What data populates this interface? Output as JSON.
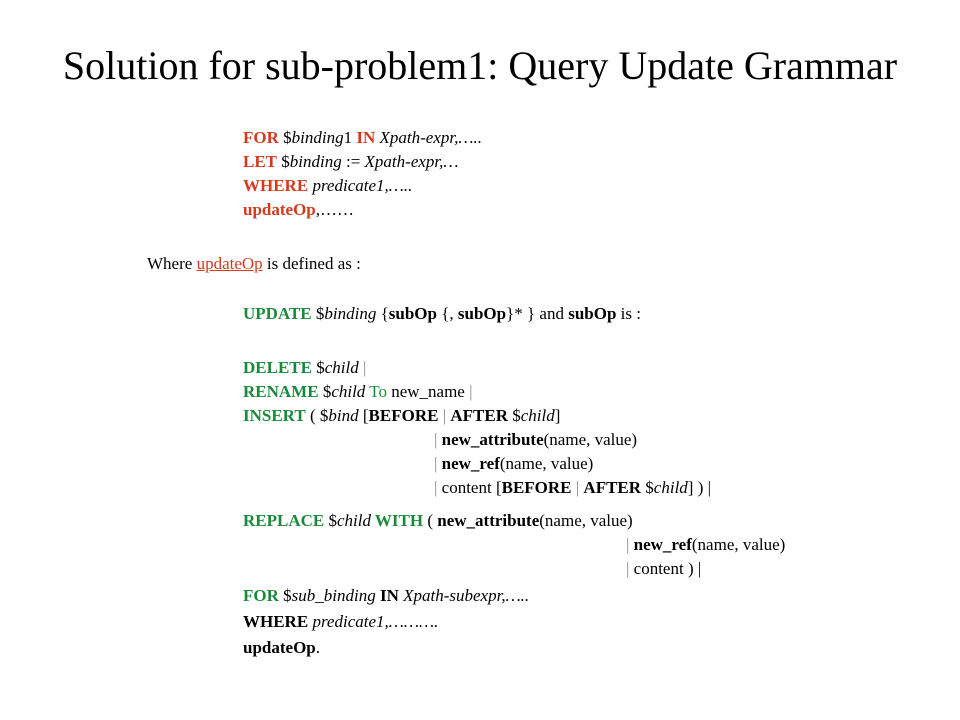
{
  "title": "Solution for sub-problem1: Query Update Grammar",
  "colors": {
    "red": "#d33b1e",
    "green": "#1a8a3a",
    "gray": "#8a8a8a"
  },
  "lines": {
    "l1": {
      "kw1": "FOR",
      "var": " $",
      "varIt": "binding",
      "num": "1 ",
      "kw2": "IN",
      "rest": " Xpath-expr,….."
    },
    "l2": {
      "kw": "LET",
      "var": " $",
      "varIt": "binding",
      "mid": " := ",
      "rest": "Xpath-expr,…"
    },
    "l3": {
      "kw": "WHERE",
      "rest": " predicate1,….."
    },
    "l4": {
      "kw": "updateOp",
      "rest": ",……"
    },
    "l5": {
      "pre": "Where ",
      "kw": "updateOp",
      "rest": " is defined as :"
    },
    "l6": {
      "kw": "UPDATE",
      "var": " $",
      "varIt": "binding",
      "p1": " {",
      "s1": "subOp",
      "p2": " {, ",
      "s2": "subOp",
      "p3": "}* } and ",
      "s3": "subOp",
      "p4": " is :"
    },
    "l7": {
      "kw": "DELETE",
      "var": " $",
      "varIt": "child",
      "bar": " |"
    },
    "l8": {
      "kw": "RENAME",
      "var": " $",
      "varIt": "child",
      "to": " To",
      "rest": " new_name ",
      "bar": "|"
    },
    "l9": {
      "kw": "INSERT",
      "p1": "  ( $",
      "varIt": "bind",
      "p2": " [",
      "k1": "BEFORE",
      "bar1": " | ",
      "k2": "AFTER",
      "p3": " $",
      "varIt2": "child",
      "p4": "]"
    },
    "l10": {
      "bar": "| ",
      "kw": "new_attribute",
      "rest": "(name, value)"
    },
    "l11": {
      "bar": "| ",
      "kw": "new_ref",
      "rest": "(name, value)"
    },
    "l12": {
      "bar": "| ",
      "p1": "content [",
      "k1": "BEFORE",
      "bar1": " | ",
      "k2": "AFTER",
      "p2": " $",
      "varIt": "child",
      "p3": "]    ) |"
    },
    "l13": {
      "kw": "REPLACE",
      "var": " $",
      "varIt": "child",
      "kw2": " WITH",
      "p1": "  ( ",
      "k3": "new_attribute",
      "rest": "(name,  value)"
    },
    "l14": {
      "bar": "| ",
      "kw": "new_ref",
      "rest": "(name, value)"
    },
    "l15": {
      "bar": "| ",
      "rest": "content ) |"
    },
    "l16": {
      "kw1": "FOR",
      "var": " $",
      "varIt": "sub_binding",
      "kw2": " IN",
      "rest": " Xpath-subexpr,….."
    },
    "l17": {
      "kw": "WHERE",
      "rest": " predicate1,………."
    },
    "l18": {
      "kw": "updateOp",
      "rest": "."
    }
  }
}
